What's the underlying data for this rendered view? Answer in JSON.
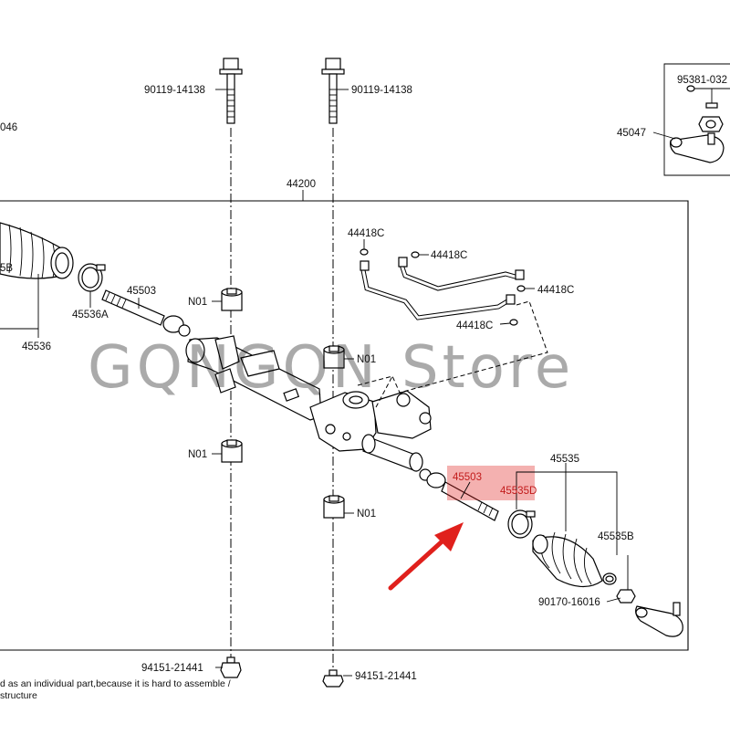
{
  "labels": {
    "bolt_top_left": "90119-14138",
    "bolt_top_right": "90119-14138",
    "partial_046": "046",
    "assembly": "44200",
    "inset_clip": "95381-032",
    "inset_tie_rod_end": "45047",
    "partial_5b": "5B",
    "boot_clamp_left": "45536A",
    "tie_rod_left": "45503",
    "boot_left": "45536",
    "bushing_upper_left": "N01",
    "bushing_upper_right": "N01",
    "bushing_lower_left": "N01",
    "bushing_lower_right": "N01",
    "hose_oring_1": "44418C",
    "hose_oring_2": "44418C",
    "hose_oring_3": "44418C",
    "hose_oring_4": "44418C",
    "tie_rod_right": "45503",
    "boot_kit": "45535",
    "boot_clamp_right": "45535D",
    "boot_clip_right": "45535B",
    "lock_nut": "90170-16016",
    "bolt_bottom_left": "94151-21441",
    "bolt_bottom_right": "94151-21441"
  },
  "note": {
    "line1": "d as an individual part,because it is hard to assemble /",
    "line2": "structure"
  },
  "watermark": "GQNGQN Store",
  "colors": {
    "highlight": "#e0201c",
    "arrow": "#e0201c",
    "line": "#000000"
  }
}
